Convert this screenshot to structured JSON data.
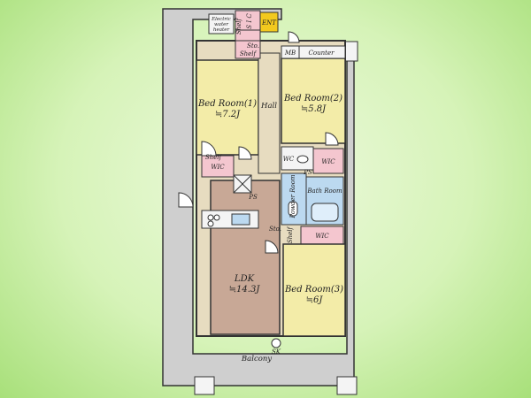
{
  "plan": {
    "colors": {
      "background": "#c8eda6",
      "balcony": "#cfcfcf",
      "bedroom": "#f3eca8",
      "ldk": "#c8a896",
      "hall": "#e7dcc0",
      "wic": "#f4c6cf",
      "bath": "#bcd9f0",
      "entrance": "#f2c91e",
      "wall": "#333333"
    },
    "rooms": {
      "bed1": {
        "name": "Bed Room(1)",
        "area": "≒7.2J"
      },
      "bed2": {
        "name": "Bed Room(2)",
        "area": "≒5.8J"
      },
      "bed3": {
        "name": "Bed Room(3)",
        "area": "≒6J"
      },
      "ldk": {
        "name": "LDK",
        "area": "≒14.3J"
      },
      "bath": {
        "name": "Bath Room"
      },
      "powder": {
        "name": "Powder Room"
      }
    },
    "labels": {
      "hall": "Hall",
      "balcony": "Balcony",
      "sk": "SK",
      "mb": "MB",
      "counter": "Counter",
      "ent": "ENT",
      "wic1": "WIC",
      "wic2": "WIC",
      "wic3": "WIC",
      "wc": "WC",
      "ps1": "PS",
      "ps2": "PS",
      "sto": "Sto.",
      "shelf1": "Shelf",
      "shelf2": "Shelf",
      "shelf3": "Shelf",
      "shelf4": "Shelf",
      "sto_small": "Sto.",
      "sic": "S I C",
      "ewh_line1": "Electric",
      "ewh_line2": "water",
      "ewh_line3": "heater"
    }
  }
}
